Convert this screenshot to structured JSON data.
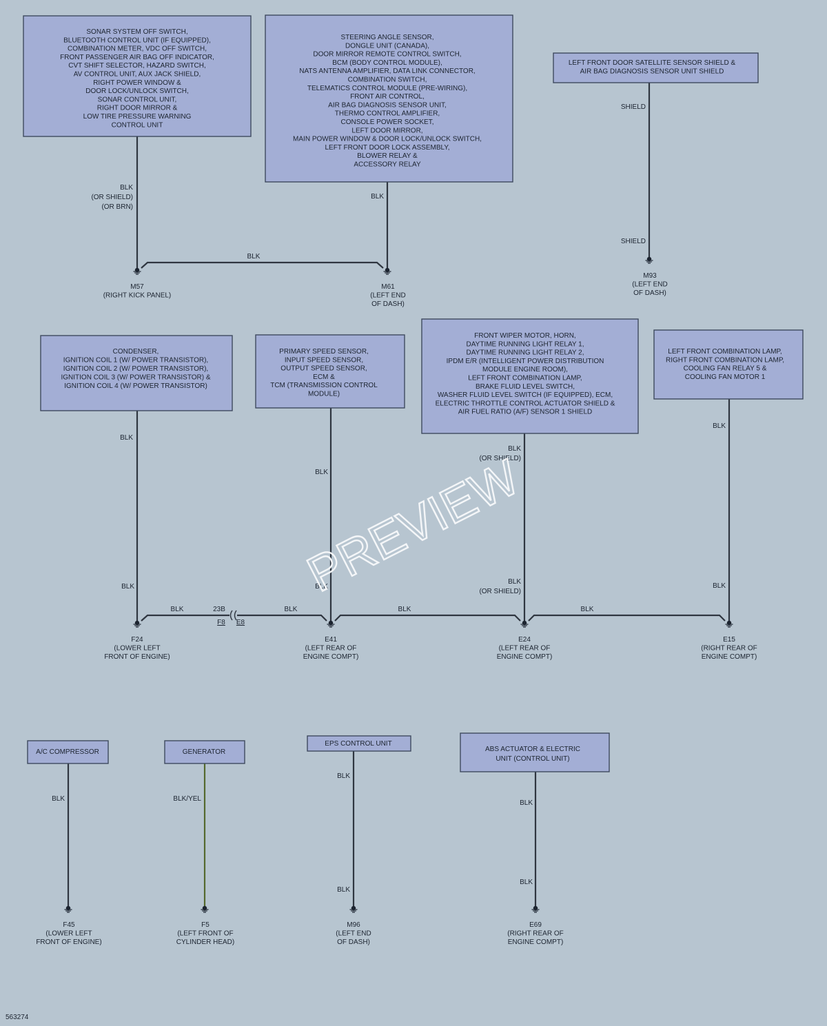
{
  "boxes": [
    {
      "id": "b1",
      "lines": [
        "SONAR SYSTEM OFF SWITCH,",
        "BLUETOOTH CONTROL UNIT (IF EQUIPPED),",
        "COMBINATION METER, VDC OFF SWITCH,",
        "FRONT PASSENGER AIR BAG OFF INDICATOR,",
        "CVT SHIFT SELECTOR, HAZARD SWITCH,",
        "AV CONTROL UNIT, AUX JACK SHIELD,",
        "RIGHT POWER WINDOW &",
        "DOOR LOCK/UNLOCK SWITCH,",
        "SONAR CONTROL UNIT,",
        "RIGHT DOOR MIRROR &",
        "LOW TIRE PRESSURE WARNING",
        "CONTROL UNIT"
      ]
    },
    {
      "id": "b2",
      "lines": [
        "STEERING ANGLE SENSOR,",
        "DONGLE UNIT (CANADA),",
        "DOOR MIRROR REMOTE CONTROL SWITCH,",
        "BCM (BODY CONTROL MODULE),",
        "NATS ANTENNA AMPLIFIER, DATA LINK CONNECTOR,",
        "COMBINATION SWITCH,",
        "TELEMATICS CONTROL MODULE (PRE-WIRING),",
        "FRONT AIR CONTROL,",
        "AIR BAG DIAGNOSIS SENSOR UNIT,",
        "THERMO CONTROL AMPLIFIER,",
        "CONSOLE POWER SOCKET,",
        "LEFT DOOR MIRROR,",
        "MAIN POWER WINDOW & DOOR LOCK/UNLOCK SWITCH,",
        "LEFT FRONT DOOR LOCK ASSEMBLY,",
        "BLOWER RELAY &",
        "ACCESSORY RELAY"
      ]
    },
    {
      "id": "b3",
      "lines": [
        "LEFT FRONT DOOR SATELLITE SENSOR SHIELD &",
        "AIR BAG DIAGNOSIS SENSOR UNIT SHIELD"
      ]
    },
    {
      "id": "b4",
      "lines": [
        "CONDENSER,",
        "IGNITION COIL 1 (W/ POWER TRANSISTOR),",
        "IGNITION COIL 2 (W/ POWER TRANSISTOR),",
        "IGNITION COIL 3 (W/ POWER TRANSISTOR) &",
        "IGNITION COIL 4 (W/ POWER TRANSISTOR)"
      ]
    },
    {
      "id": "b5",
      "lines": [
        "PRIMARY SPEED SENSOR,",
        "INPUT SPEED SENSOR,",
        "OUTPUT SPEED SENSOR,",
        "ECM &",
        "TCM (TRANSMISSION CONTROL",
        "MODULE)"
      ]
    },
    {
      "id": "b6",
      "lines": [
        "FRONT WIPER MOTOR, HORN,",
        "DAYTIME RUNNING LIGHT RELAY 1,",
        "DAYTIME RUNNING LIGHT RELAY 2,",
        "IPDM E/R (INTELLIGENT POWER DISTRIBUTION",
        "MODULE ENGINE ROOM),",
        "LEFT FRONT COMBINATION LAMP,",
        "BRAKE FLUID LEVEL SWITCH,",
        "WASHER FLUID LEVEL SWITCH (IF EQUIPPED), ECM,",
        "ELECTRIC THROTTLE CONTROL ACTUATOR SHIELD &",
        "AIR FUEL RATIO (A/F) SENSOR 1 SHIELD"
      ]
    },
    {
      "id": "b7",
      "lines": [
        "LEFT FRONT COMBINATION LAMP,",
        "RIGHT FRONT COMBINATION LAMP,",
        "COOLING FAN RELAY 5 &",
        "COOLING FAN MOTOR 1"
      ]
    },
    {
      "id": "b8",
      "lines": [
        "A/C COMPRESSOR"
      ]
    },
    {
      "id": "b9",
      "lines": [
        "GENERATOR"
      ]
    },
    {
      "id": "b10",
      "lines": [
        "EPS CONTROL UNIT"
      ]
    },
    {
      "id": "b11",
      "lines": [
        "ABS ACTUATOR & ELECTRIC",
        "UNIT (CONTROL UNIT)"
      ]
    }
  ],
  "wire_labels": [
    {
      "id": "w1",
      "lines": [
        "BLK",
        "(OR SHIELD)",
        "(OR BRN)"
      ]
    },
    {
      "id": "w2",
      "lines": [
        "BLK"
      ]
    },
    {
      "id": "w3",
      "lines": [
        "BLK"
      ]
    },
    {
      "id": "w4",
      "lines": [
        "SHIELD"
      ]
    },
    {
      "id": "w5",
      "lines": [
        "SHIELD"
      ]
    },
    {
      "id": "w6",
      "lines": [
        "BLK"
      ]
    },
    {
      "id": "w7",
      "lines": [
        "BLK"
      ]
    },
    {
      "id": "w8",
      "lines": [
        "BLK"
      ]
    },
    {
      "id": "w9",
      "lines": [
        "BLK"
      ]
    },
    {
      "id": "w10",
      "lines": [
        "BLK",
        "(OR SHIELD)"
      ]
    },
    {
      "id": "w11",
      "lines": [
        "BLK",
        "(OR SHIELD)"
      ]
    },
    {
      "id": "w12",
      "lines": [
        "BLK"
      ]
    },
    {
      "id": "w13",
      "lines": [
        "BLK"
      ]
    },
    {
      "id": "w14",
      "lines": [
        "BLK"
      ]
    },
    {
      "id": "w15",
      "lines": [
        "BLK"
      ]
    },
    {
      "id": "w16",
      "lines": [
        "BLK"
      ]
    },
    {
      "id": "w17",
      "lines": [
        "BLK"
      ]
    },
    {
      "id": "w18",
      "lines": [
        "BLK"
      ]
    },
    {
      "id": "w19",
      "lines": [
        "BLK/YEL"
      ]
    },
    {
      "id": "w20",
      "lines": [
        "BLK"
      ]
    },
    {
      "id": "w21",
      "lines": [
        "BLK"
      ]
    },
    {
      "id": "w22",
      "lines": [
        "BLK"
      ]
    },
    {
      "id": "w23",
      "lines": [
        "BLK"
      ]
    }
  ],
  "connector": {
    "pin": "23B",
    "left": "F8",
    "right": "E8"
  },
  "grounds": [
    {
      "id": "g1",
      "lines": [
        "M57",
        "(RIGHT KICK PANEL)"
      ]
    },
    {
      "id": "g2",
      "lines": [
        "M61",
        "(LEFT END",
        "OF DASH)"
      ]
    },
    {
      "id": "g3",
      "lines": [
        "M93",
        "(LEFT END",
        "OF DASH)"
      ]
    },
    {
      "id": "g4",
      "lines": [
        "F24",
        "(LOWER LEFT",
        "FRONT OF ENGINE)"
      ]
    },
    {
      "id": "g5",
      "lines": [
        "E41",
        "(LEFT REAR OF",
        "ENGINE COMPT)"
      ]
    },
    {
      "id": "g6",
      "lines": [
        "E24",
        "(LEFT REAR OF",
        "ENGINE COMPT)"
      ]
    },
    {
      "id": "g7",
      "lines": [
        "E15",
        "(RIGHT REAR OF",
        "ENGINE COMPT)"
      ]
    },
    {
      "id": "g8",
      "lines": [
        "F45",
        "(LOWER LEFT",
        "FRONT OF ENGINE)"
      ]
    },
    {
      "id": "g9",
      "lines": [
        "F5",
        "(LEFT FRONT OF",
        "CYLINDER HEAD)"
      ]
    },
    {
      "id": "g10",
      "lines": [
        "M96",
        "(LEFT END",
        "OF DASH)"
      ]
    },
    {
      "id": "g11",
      "lines": [
        "E69",
        "(RIGHT REAR OF",
        "ENGINE COMPT)"
      ]
    }
  ],
  "watermark": "PREVIEW",
  "figure_id": "563274"
}
